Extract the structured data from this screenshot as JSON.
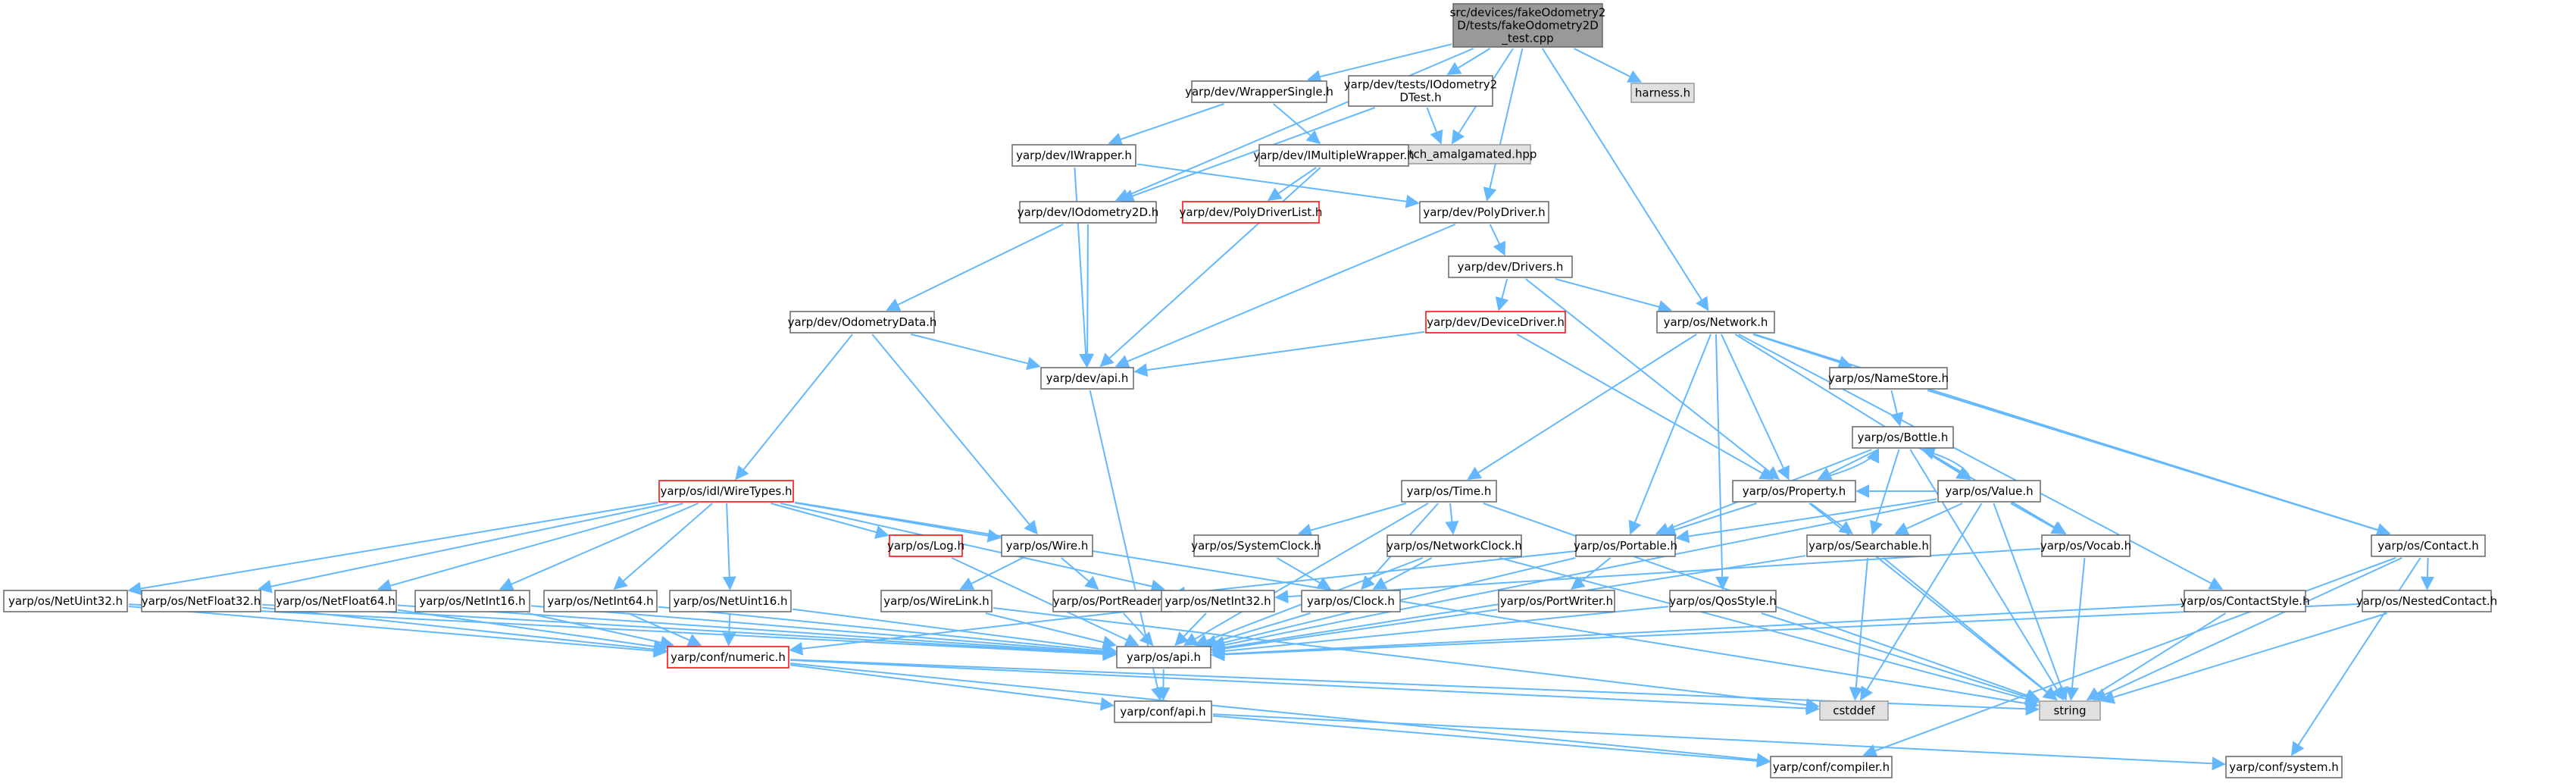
{
  "colors": {
    "edge": "#63b8ff",
    "root_fill": "#999999",
    "external_fill": "#e0e0e0",
    "node_border": "#666666",
    "highlight_border": "#ff0000"
  },
  "nodes": [
    {
      "id": "root",
      "lines": [
        "src/devices/fakeOdometry2",
        "D/tests/fakeOdometry2D",
        "_test.cpp"
      ],
      "style": "root"
    },
    {
      "id": "wrappersingle",
      "lines": [
        "yarp/dev/WrapperSingle.h"
      ]
    },
    {
      "id": "iodometry2dtest",
      "lines": [
        "yarp/dev/tests/IOdometry2",
        "DTest.h"
      ]
    },
    {
      "id": "harness",
      "lines": [
        "harness.h"
      ],
      "style": "external"
    },
    {
      "id": "catch2",
      "lines": [
        "catch2/catch_amalgamated.hpp"
      ],
      "style": "external"
    },
    {
      "id": "iwrapper",
      "lines": [
        "yarp/dev/IWrapper.h"
      ]
    },
    {
      "id": "imultiplewrapper",
      "lines": [
        "yarp/dev/IMultipleWrapper.h"
      ]
    },
    {
      "id": "polydriverlist",
      "lines": [
        "yarp/dev/PolyDriverList.h"
      ],
      "style": "red"
    },
    {
      "id": "iodometry2d",
      "lines": [
        "yarp/dev/IOdometry2D.h"
      ]
    },
    {
      "id": "polydriver",
      "lines": [
        "yarp/dev/PolyDriver.h"
      ]
    },
    {
      "id": "drivers",
      "lines": [
        "yarp/dev/Drivers.h"
      ]
    },
    {
      "id": "devicedriver",
      "lines": [
        "yarp/dev/DeviceDriver.h"
      ],
      "style": "red"
    },
    {
      "id": "network",
      "lines": [
        "yarp/os/Network.h"
      ]
    },
    {
      "id": "odometrydata",
      "lines": [
        "yarp/dev/OdometryData.h"
      ]
    },
    {
      "id": "devapi",
      "lines": [
        "yarp/dev/api.h"
      ]
    },
    {
      "id": "namestore",
      "lines": [
        "yarp/os/NameStore.h"
      ]
    },
    {
      "id": "bottle",
      "lines": [
        "yarp/os/Bottle.h"
      ]
    },
    {
      "id": "wiretypes",
      "lines": [
        "yarp/os/idl/WireTypes.h"
      ],
      "style": "red"
    },
    {
      "id": "time",
      "lines": [
        "yarp/os/Time.h"
      ]
    },
    {
      "id": "property",
      "lines": [
        "yarp/os/Property.h"
      ]
    },
    {
      "id": "value",
      "lines": [
        "yarp/os/Value.h"
      ]
    },
    {
      "id": "log",
      "lines": [
        "yarp/os/Log.h"
      ],
      "style": "red"
    },
    {
      "id": "wire",
      "lines": [
        "yarp/os/Wire.h"
      ]
    },
    {
      "id": "systemclock",
      "lines": [
        "yarp/os/SystemClock.h"
      ]
    },
    {
      "id": "networkclock",
      "lines": [
        "yarp/os/NetworkClock.h"
      ]
    },
    {
      "id": "portable",
      "lines": [
        "yarp/os/Portable.h"
      ]
    },
    {
      "id": "searchable",
      "lines": [
        "yarp/os/Searchable.h"
      ]
    },
    {
      "id": "vocab",
      "lines": [
        "yarp/os/Vocab.h"
      ]
    },
    {
      "id": "contact",
      "lines": [
        "yarp/os/Contact.h"
      ]
    },
    {
      "id": "netuint32",
      "lines": [
        "yarp/os/NetUint32.h"
      ]
    },
    {
      "id": "netfloat32",
      "lines": [
        "yarp/os/NetFloat32.h"
      ]
    },
    {
      "id": "netfloat64",
      "lines": [
        "yarp/os/NetFloat64.h"
      ]
    },
    {
      "id": "netint16",
      "lines": [
        "yarp/os/NetInt16.h"
      ]
    },
    {
      "id": "netint64",
      "lines": [
        "yarp/os/NetInt64.h"
      ]
    },
    {
      "id": "netuint16",
      "lines": [
        "yarp/os/NetUint16.h"
      ]
    },
    {
      "id": "wirelink",
      "lines": [
        "yarp/os/WireLink.h"
      ]
    },
    {
      "id": "portreader",
      "lines": [
        "yarp/os/PortReader.h"
      ]
    },
    {
      "id": "netint32",
      "lines": [
        "yarp/os/NetInt32.h"
      ]
    },
    {
      "id": "clock",
      "lines": [
        "yarp/os/Clock.h"
      ]
    },
    {
      "id": "portwriter",
      "lines": [
        "yarp/os/PortWriter.h"
      ]
    },
    {
      "id": "qosstyle",
      "lines": [
        "yarp/os/QosStyle.h"
      ]
    },
    {
      "id": "contactstyle",
      "lines": [
        "yarp/os/ContactStyle.h"
      ]
    },
    {
      "id": "nestedcontact",
      "lines": [
        "yarp/os/NestedContact.h"
      ]
    },
    {
      "id": "numeric",
      "lines": [
        "yarp/conf/numeric.h"
      ],
      "style": "red"
    },
    {
      "id": "osapi",
      "lines": [
        "yarp/os/api.h"
      ]
    },
    {
      "id": "cstddef",
      "lines": [
        "cstddef"
      ],
      "style": "external"
    },
    {
      "id": "string",
      "lines": [
        "string"
      ],
      "style": "external"
    },
    {
      "id": "confapi",
      "lines": [
        "yarp/conf/api.h"
      ]
    },
    {
      "id": "compiler",
      "lines": [
        "yarp/conf/compiler.h"
      ]
    },
    {
      "id": "system",
      "lines": [
        "yarp/conf/system.h"
      ]
    }
  ],
  "edges": [
    [
      "root",
      "wrappersingle"
    ],
    [
      "root",
      "iodometry2dtest"
    ],
    [
      "root",
      "harness"
    ],
    [
      "root",
      "catch2"
    ],
    [
      "root",
      "iodometry2d"
    ],
    [
      "root",
      "polydriver"
    ],
    [
      "root",
      "network"
    ],
    [
      "wrappersingle",
      "iwrapper"
    ],
    [
      "wrappersingle",
      "imultiplewrapper"
    ],
    [
      "iodometry2dtest",
      "catch2"
    ],
    [
      "iodometry2dtest",
      "iodometry2d"
    ],
    [
      "iwrapper",
      "polydriver"
    ],
    [
      "iwrapper",
      "devapi"
    ],
    [
      "imultiplewrapper",
      "polydriverlist"
    ],
    [
      "imultiplewrapper",
      "devapi"
    ],
    [
      "iodometry2d",
      "odometrydata"
    ],
    [
      "iodometry2d",
      "devapi"
    ],
    [
      "polydriver",
      "drivers"
    ],
    [
      "polydriver",
      "devapi"
    ],
    [
      "drivers",
      "devicedriver"
    ],
    [
      "drivers",
      "network"
    ],
    [
      "drivers",
      "property"
    ],
    [
      "devicedriver",
      "devapi"
    ],
    [
      "devicedriver",
      "property"
    ],
    [
      "network",
      "namestore"
    ],
    [
      "network",
      "value"
    ],
    [
      "network",
      "contact"
    ],
    [
      "network",
      "time"
    ],
    [
      "network",
      "property"
    ],
    [
      "network",
      "portable"
    ],
    [
      "network",
      "qosstyle"
    ],
    [
      "network",
      "contactstyle"
    ],
    [
      "odometrydata",
      "devapi"
    ],
    [
      "odometrydata",
      "wiretypes"
    ],
    [
      "odometrydata",
      "wire"
    ],
    [
      "devapi",
      "confapi"
    ],
    [
      "namestore",
      "bottle"
    ],
    [
      "namestore",
      "contact"
    ],
    [
      "bottle",
      "property"
    ],
    [
      "bottle",
      "value"
    ],
    [
      "bottle",
      "portable"
    ],
    [
      "bottle",
      "searchable"
    ],
    [
      "bottle",
      "string"
    ],
    [
      "bottle",
      "vocab"
    ],
    [
      "value",
      "bottle"
    ],
    [
      "value",
      "property"
    ],
    [
      "value",
      "portable"
    ],
    [
      "value",
      "searchable"
    ],
    [
      "value",
      "vocab"
    ],
    [
      "value",
      "string"
    ],
    [
      "value",
      "cstddef"
    ],
    [
      "value",
      "osapi"
    ],
    [
      "property",
      "bottle"
    ],
    [
      "property",
      "portable"
    ],
    [
      "property",
      "searchable"
    ],
    [
      "property",
      "string"
    ],
    [
      "time",
      "systemclock"
    ],
    [
      "time",
      "networkclock"
    ],
    [
      "time",
      "clock"
    ],
    [
      "time",
      "osapi"
    ],
    [
      "time",
      "string"
    ],
    [
      "systemclock",
      "clock"
    ],
    [
      "networkclock",
      "clock"
    ],
    [
      "networkclock",
      "osapi"
    ],
    [
      "networkclock",
      "string"
    ],
    [
      "portable",
      "portreader"
    ],
    [
      "portable",
      "portwriter"
    ],
    [
      "portable",
      "osapi"
    ],
    [
      "searchable",
      "osapi"
    ],
    [
      "searchable",
      "string"
    ],
    [
      "searchable",
      "cstddef"
    ],
    [
      "vocab",
      "string"
    ],
    [
      "vocab",
      "netint32"
    ],
    [
      "contact",
      "nestedcontact"
    ],
    [
      "contact",
      "string"
    ],
    [
      "contact",
      "compiler"
    ],
    [
      "contact",
      "system"
    ],
    [
      "wiretypes",
      "netuint32"
    ],
    [
      "wiretypes",
      "netfloat32"
    ],
    [
      "wiretypes",
      "netfloat64"
    ],
    [
      "wiretypes",
      "netint16"
    ],
    [
      "wiretypes",
      "netint64"
    ],
    [
      "wiretypes",
      "netuint16"
    ],
    [
      "wiretypes",
      "log"
    ],
    [
      "wiretypes",
      "wire"
    ],
    [
      "wiretypes",
      "netint32"
    ],
    [
      "wiretypes",
      "string"
    ],
    [
      "log",
      "osapi"
    ],
    [
      "wire",
      "wirelink"
    ],
    [
      "wire",
      "portreader"
    ],
    [
      "netuint32",
      "numeric"
    ],
    [
      "netuint32",
      "osapi"
    ],
    [
      "netfloat32",
      "numeric"
    ],
    [
      "netfloat32",
      "osapi"
    ],
    [
      "netfloat64",
      "numeric"
    ],
    [
      "netfloat64",
      "osapi"
    ],
    [
      "netint16",
      "numeric"
    ],
    [
      "netint16",
      "osapi"
    ],
    [
      "netint64",
      "numeric"
    ],
    [
      "netint64",
      "osapi"
    ],
    [
      "netuint16",
      "numeric"
    ],
    [
      "netuint16",
      "osapi"
    ],
    [
      "netint32",
      "numeric"
    ],
    [
      "netint32",
      "osapi"
    ],
    [
      "wirelink",
      "osapi"
    ],
    [
      "wirelink",
      "cstddef"
    ],
    [
      "portreader",
      "osapi"
    ],
    [
      "portwriter",
      "osapi"
    ],
    [
      "clock",
      "osapi"
    ],
    [
      "qosstyle",
      "osapi"
    ],
    [
      "qosstyle",
      "string"
    ],
    [
      "contactstyle",
      "osapi"
    ],
    [
      "contactstyle",
      "string"
    ],
    [
      "nestedcontact",
      "osapi"
    ],
    [
      "nestedcontact",
      "string"
    ],
    [
      "numeric",
      "confapi"
    ],
    [
      "numeric",
      "compiler"
    ],
    [
      "numeric",
      "cstddef"
    ],
    [
      "numeric",
      "string"
    ],
    [
      "osapi",
      "confapi"
    ],
    [
      "confapi",
      "compiler"
    ],
    [
      "confapi",
      "system"
    ]
  ]
}
